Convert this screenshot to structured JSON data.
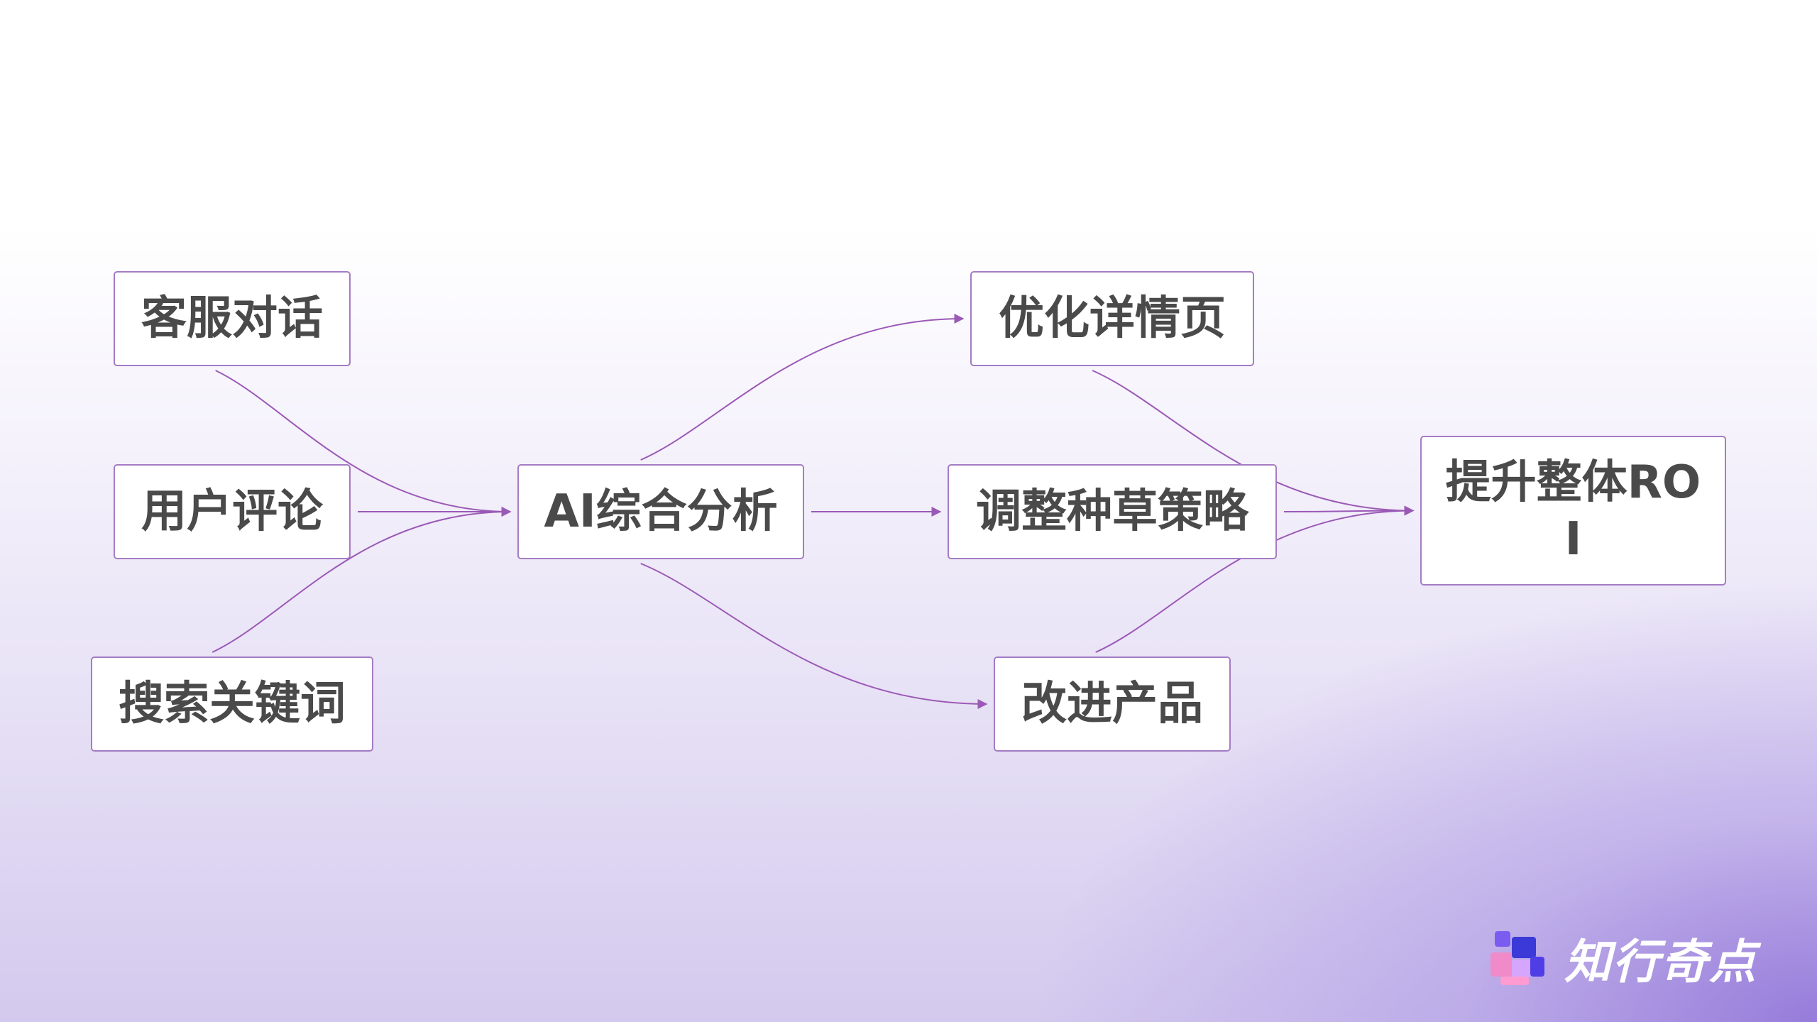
{
  "nodes": {
    "customer_chat": "客服对话",
    "user_reviews": "用户评论",
    "search_keywords": "搜索关键词",
    "ai_analysis": "AI综合分析",
    "optimize_detail": "优化详情页",
    "adjust_strategy": "调整种草策略",
    "improve_product": "改进产品",
    "boost_roi": "提升整体ROI"
  },
  "edges": [
    [
      "customer_chat",
      "ai_analysis"
    ],
    [
      "user_reviews",
      "ai_analysis"
    ],
    [
      "search_keywords",
      "ai_analysis"
    ],
    [
      "ai_analysis",
      "optimize_detail"
    ],
    [
      "ai_analysis",
      "adjust_strategy"
    ],
    [
      "ai_analysis",
      "improve_product"
    ],
    [
      "optimize_detail",
      "boost_roi"
    ],
    [
      "adjust_strategy",
      "boost_roi"
    ],
    [
      "improve_product",
      "boost_roi"
    ]
  ],
  "colors": {
    "edge": "#9b59b6",
    "node_border": "#a57cc4",
    "node_text": "#4a4a4a"
  },
  "brand": {
    "name": "知行奇点",
    "logo_icon": "puzzle-block-logo-icon"
  }
}
